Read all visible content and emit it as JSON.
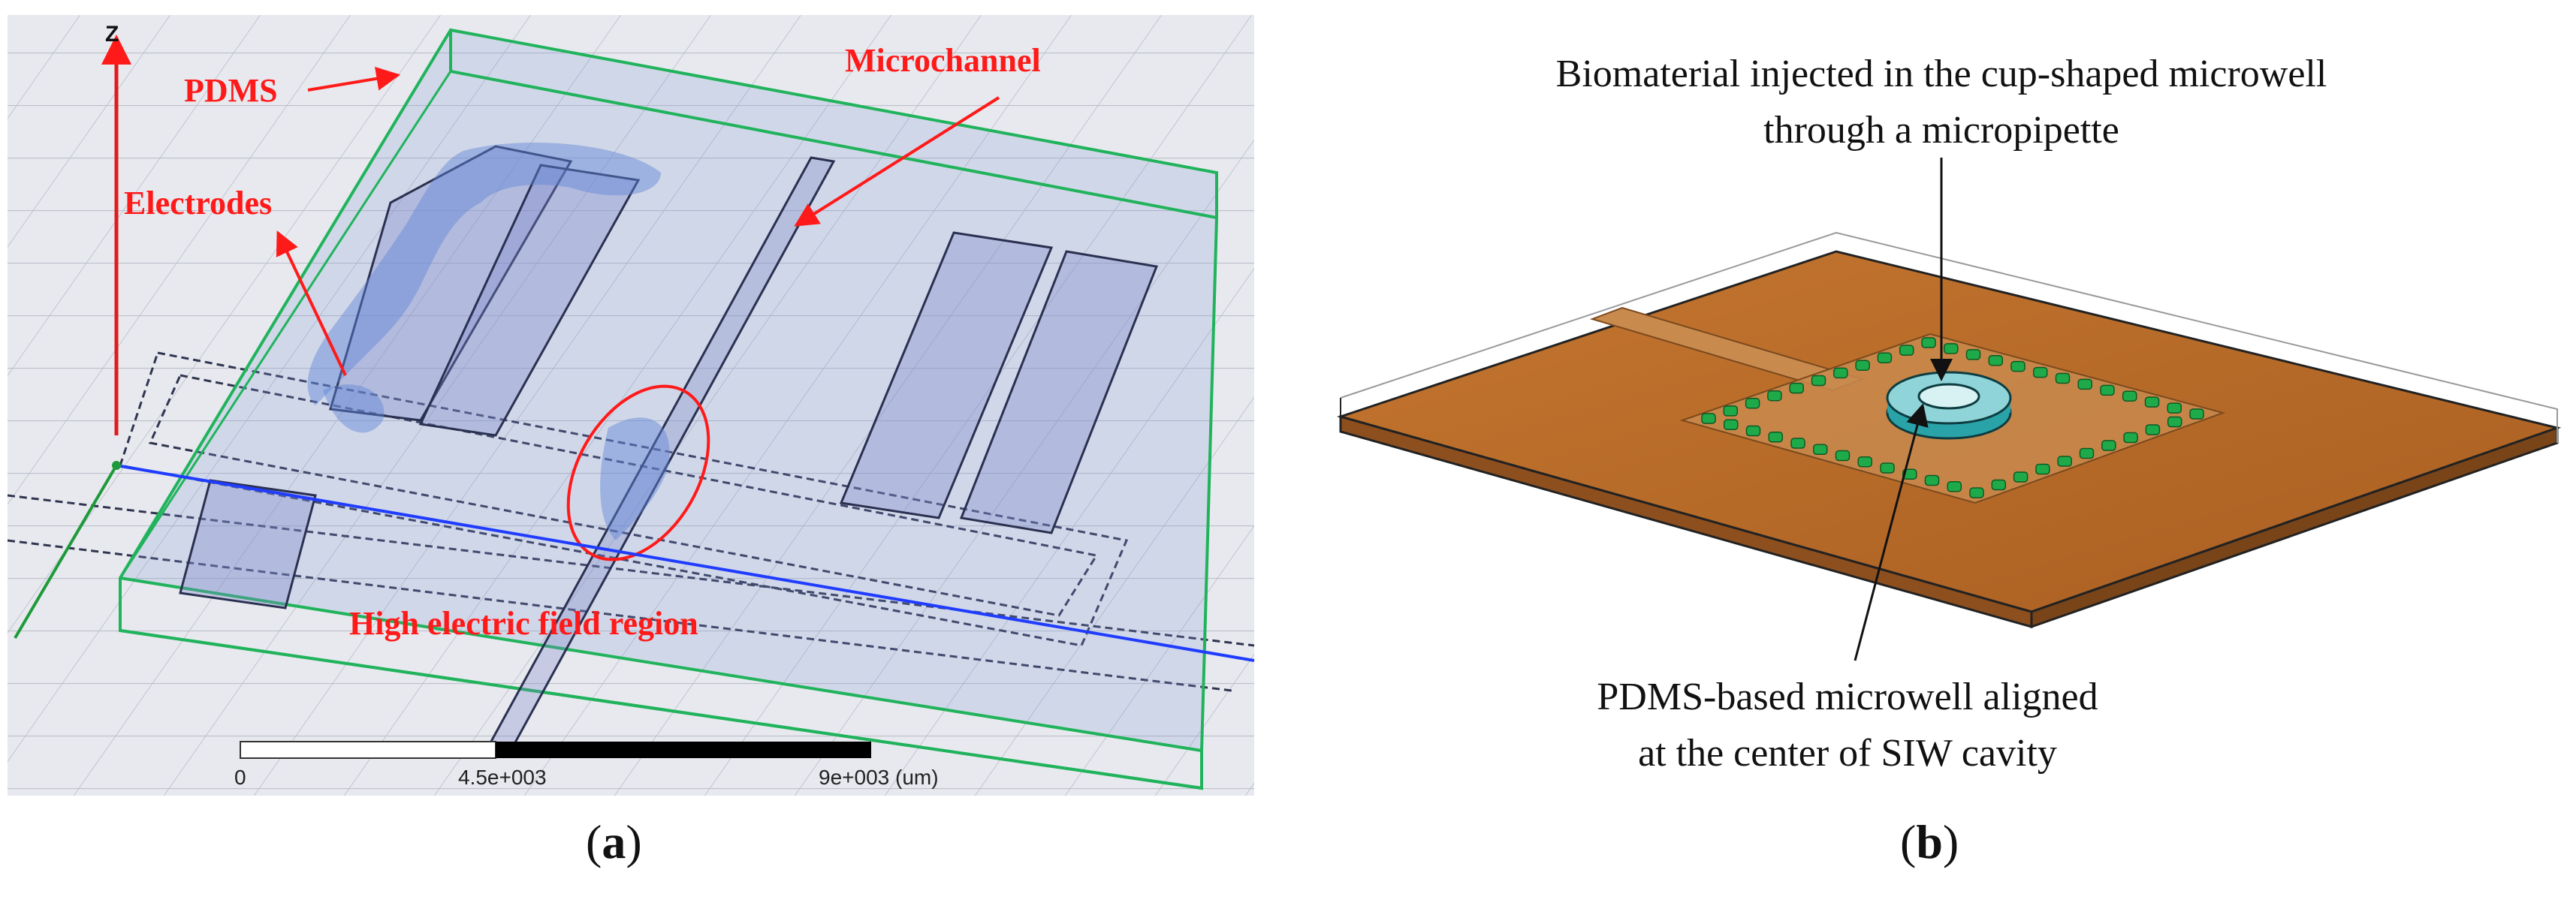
{
  "panel_a": {
    "labels": {
      "z_axis": "Z",
      "pdms": "PDMS",
      "electrodes": "Electrodes",
      "microchannel": "Microchannel",
      "high_field": "High electric field region"
    },
    "scale_bar": {
      "tick_start": "0",
      "tick_mid": "4.5e+003",
      "tick_end": "9e+003 (um)"
    },
    "caption_letter": "a"
  },
  "panel_b": {
    "top_annotation": {
      "line1": "Biomaterial injected in the cup-shaped microwell",
      "line2": "through a micropipette"
    },
    "bottom_annotation": {
      "line1": "PDMS-based microwell aligned",
      "line2": "at the center of SIW cavity"
    },
    "caption_letter": "b"
  },
  "colors": {
    "annotation_red": "#ff1a1a",
    "pdms_green": "#22b35a",
    "substrate_copper": "#b5692a",
    "via_green": "#1faa4a",
    "field_blue": "#5f86d8",
    "axis_blue": "#1f3cff"
  }
}
